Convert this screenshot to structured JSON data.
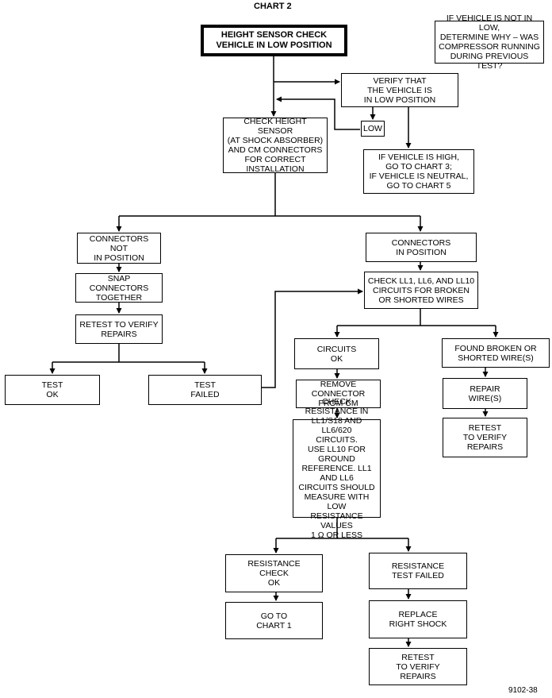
{
  "title": "CHART 2",
  "figure_id": "9102-38",
  "nodes": {
    "start": "HEIGHT SENSOR CHECK\nVEHICLE IN LOW POSITION",
    "note": "IF VEHICLE IS NOT IN LOW,\nDETERMINE WHY – WAS\nCOMPRESSOR RUNNING\nDURING PREVIOUS TEST?",
    "verify": "VERIFY THAT\nTHE VEHICLE IS\nIN LOW POSITION",
    "low": "LOW",
    "check_sensor": "CHECK HEIGHT SENSOR\n(AT SHOCK ABSORBER)\nAND CM CONNECTORS\nFOR CORRECT\nINSTALLATION",
    "if_high": "IF VEHICLE IS HIGH,\nGO TO CHART 3;\nIF VEHICLE IS NEUTRAL,\nGO TO CHART 5",
    "not_in_position": "CONNECTORS NOT\nIN POSITION",
    "in_position": "CONNECTORS\nIN POSITION",
    "snap": "SNAP CONNECTORS\nTOGETHER",
    "retest_left": "RETEST TO VERIFY\nREPAIRS",
    "test_ok": "TEST\nOK",
    "test_failed": "TEST\nFAILED",
    "check_circuits": "CHECK LL1, LL6, AND LL10\nCIRCUITS FOR BROKEN\nOR SHORTED WIRES",
    "circuits_ok": "CIRCUITS\nOK",
    "found_broken": "FOUND BROKEN OR\nSHORTED WIRE(S)",
    "remove_connector": "REMOVE CONNECTOR\nFROM CM",
    "repair_wire": "REPAIR\nWIRE(S)",
    "retest_right": "RETEST\nTO VERIFY\nREPAIRS",
    "check_resistance": "CHECK RESISTANCE IN\nLL1/S18 AND LL6/620\nCIRCUITS.\nUSE LL10 FOR GROUND\nREFERENCE. LL1 AND LL6\nCIRCUITS SHOULD\nMEASURE WITH LOW\nRESISTANCE VALUES\n1 Ω OR LESS",
    "resistance_ok": "RESISTANCE\nCHECK\nOK",
    "resistance_failed": "RESISTANCE\nTEST FAILED",
    "goto_chart1": "GO TO\nCHART 1",
    "replace_shock": "REPLACE\nRIGHT SHOCK",
    "retest_bottom": "RETEST\nTO VERIFY\nREPAIRS"
  }
}
